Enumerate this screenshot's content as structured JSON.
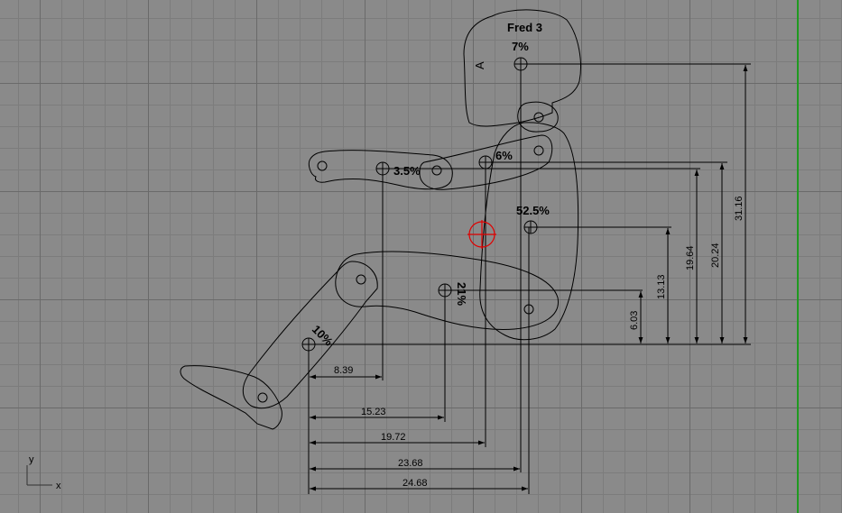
{
  "figure": {
    "title": "Fred 3",
    "percentages": {
      "head": "7%",
      "upper_arm": "3.5%",
      "forearm": "6%",
      "torso": "52.5%",
      "thigh": "21%",
      "shin": "10%"
    },
    "head_mark": "A"
  },
  "dimensions": {
    "horizontal": [
      "8.39",
      "15.23",
      "19.72",
      "23.68",
      "24.68"
    ],
    "vertical": [
      "6.03",
      "13.13",
      "19.64",
      "20.24",
      "31.16"
    ]
  },
  "axes": {
    "x_label": "x",
    "y_label": "y"
  },
  "colors": {
    "background": "#8a8a8a",
    "grid_minor": "#7c7c7c",
    "grid_major": "#6a6a6a",
    "axis_green": "#1f9a1f",
    "center_of_mass": "#e00000"
  }
}
